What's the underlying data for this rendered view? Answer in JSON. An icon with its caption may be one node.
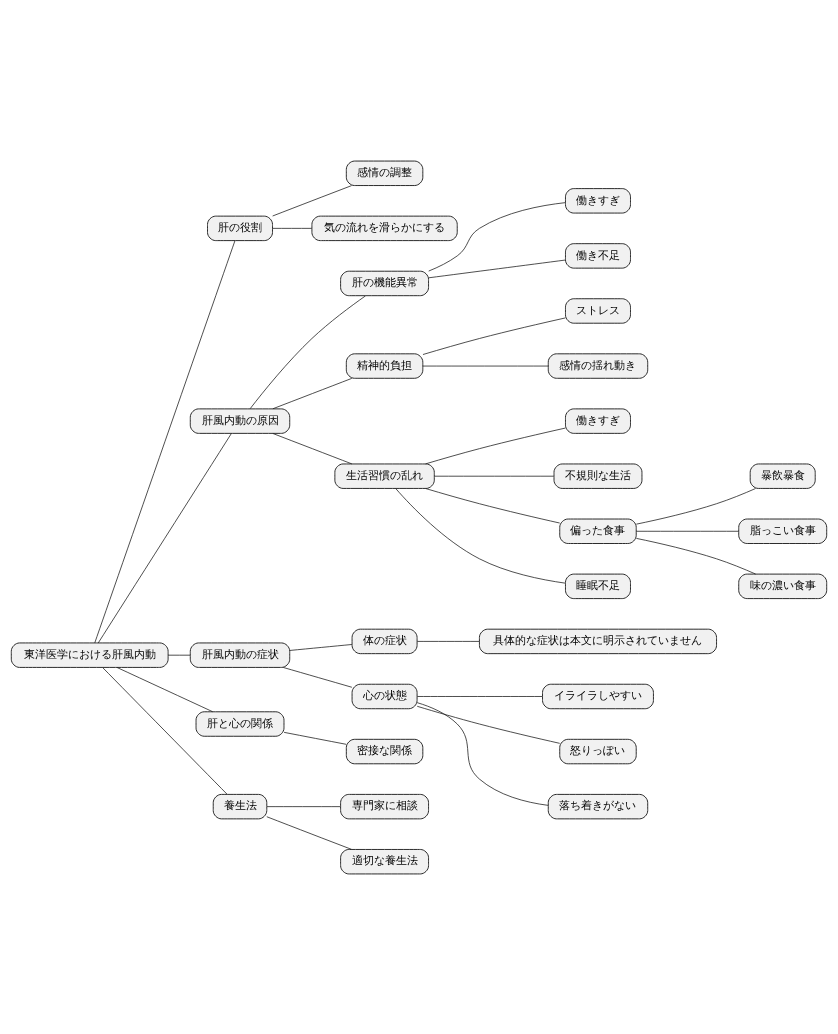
{
  "diagram": {
    "nodes": [
      {
        "text": [
          "東洋医学における肝風内動"
        ]
      },
      {
        "text": [
          "肝の役割"
        ]
      },
      {
        "text": [
          "感情の調整"
        ]
      },
      {
        "text": [
          "気の流れを滑らかにする"
        ]
      },
      {
        "text": [
          "肝風内動の原因"
        ]
      },
      {
        "text": [
          "肝の機能異常"
        ]
      },
      {
        "text": [
          "働きすぎ"
        ]
      },
      {
        "text": [
          "働き不足"
        ]
      },
      {
        "text": [
          "精神的負担"
        ]
      },
      {
        "text": [
          "ストレス"
        ]
      },
      {
        "text": [
          "感情の揺れ動き"
        ]
      },
      {
        "text": [
          "生活習慣の乱れ"
        ]
      },
      {
        "text": [
          "働きすぎ"
        ]
      },
      {
        "text": [
          "不規則な生活"
        ]
      },
      {
        "text": [
          "偏った食事"
        ]
      },
      {
        "text": [
          "暴飲暴食"
        ]
      },
      {
        "text": [
          "脂っこい食事"
        ]
      },
      {
        "text": [
          "味の濃い食事"
        ]
      },
      {
        "text": [
          "睡眠不足"
        ]
      },
      {
        "text": [
          "肝風内動の症状"
        ]
      },
      {
        "text": [
          "体の症状"
        ]
      },
      {
        "text": [
          "具体的な症状は本文に明示されていません"
        ]
      },
      {
        "text": [
          "心の状態"
        ]
      },
      {
        "text": [
          "イライラしやすい"
        ]
      },
      {
        "text": [
          "怒りっぽい"
        ]
      },
      {
        "text": [
          "落ち着きがない"
        ]
      },
      {
        "text": [
          "肝と心の関係"
        ]
      },
      {
        "text": [
          "密接な関係"
        ]
      },
      {
        "text": [
          "養生法"
        ]
      },
      {
        "text": [
          "専門家に相談"
        ]
      },
      {
        "text": [
          "適切な養生法"
        ]
      }
    ],
    "edges": [
      {
        "from": 0,
        "to": 1,
        "arrow": "none"
      },
      {
        "from": 1,
        "to": 2,
        "arrow": "none"
      },
      {
        "from": 1,
        "to": 3,
        "arrow": "none"
      },
      {
        "from": 0,
        "to": 4,
        "arrow": "none"
      },
      {
        "from": 4,
        "to": 5,
        "arrow": "none"
      },
      {
        "from": 5,
        "to": 6,
        "arrow": "none"
      },
      {
        "from": 5,
        "to": 7,
        "arrow": "none"
      },
      {
        "from": 4,
        "to": 8,
        "arrow": "none"
      },
      {
        "from": 8,
        "to": 9,
        "arrow": "none"
      },
      {
        "from": 8,
        "to": 10,
        "arrow": "none"
      },
      {
        "from": 4,
        "to": 11,
        "arrow": "none"
      },
      {
        "from": 11,
        "to": 12,
        "arrow": "none"
      },
      {
        "from": 11,
        "to": 13,
        "arrow": "none"
      },
      {
        "from": 11,
        "to": 14,
        "arrow": "none"
      },
      {
        "from": 14,
        "to": 15,
        "arrow": "none"
      },
      {
        "from": 14,
        "to": 16,
        "arrow": "none"
      },
      {
        "from": 14,
        "to": 17,
        "arrow": "none"
      },
      {
        "from": 11,
        "to": 18,
        "arrow": "none"
      },
      {
        "from": 0,
        "to": 19,
        "arrow": "none"
      },
      {
        "from": 19,
        "to": 20,
        "arrow": "none"
      },
      {
        "from": 20,
        "to": 21,
        "arrow": "none"
      },
      {
        "from": 19,
        "to": 22,
        "arrow": "none"
      },
      {
        "from": 22,
        "to": 23,
        "arrow": "none"
      },
      {
        "from": 22,
        "to": 24,
        "arrow": "none"
      },
      {
        "from": 22,
        "to": 25,
        "arrow": "none"
      },
      {
        "from": 0,
        "to": 26,
        "arrow": "none"
      },
      {
        "from": 26,
        "to": 27,
        "arrow": "none"
      },
      {
        "from": 0,
        "to": 28,
        "arrow": "none"
      },
      {
        "from": 28,
        "to": 29,
        "arrow": "none"
      },
      {
        "from": 28,
        "to": 30,
        "arrow": "none"
      }
    ]
  }
}
